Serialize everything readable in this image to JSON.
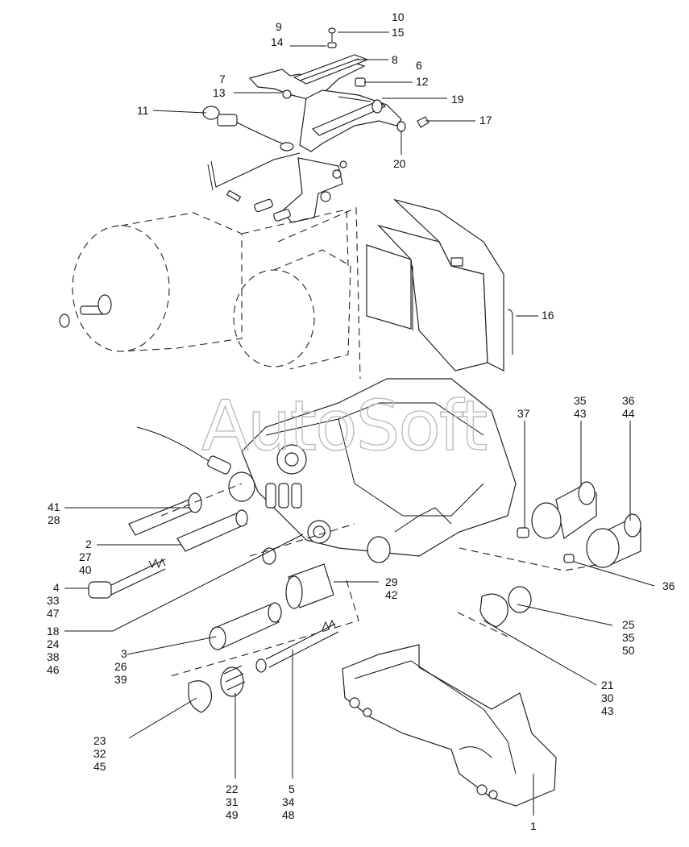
{
  "watermark": "AutoSoft",
  "callouts": [
    {
      "id": "c-10-15",
      "lines": [
        "10",
        "15"
      ]
    },
    {
      "id": "c-9-14",
      "lines": [
        "9",
        "14"
      ]
    },
    {
      "id": "c-8",
      "lines": [
        "8"
      ]
    },
    {
      "id": "c-6",
      "lines": [
        "6"
      ]
    },
    {
      "id": "c-12",
      "lines": [
        "12"
      ]
    },
    {
      "id": "c-7-13",
      "lines": [
        "7",
        "13"
      ]
    },
    {
      "id": "c-19",
      "lines": [
        "19"
      ]
    },
    {
      "id": "c-11",
      "lines": [
        "11"
      ]
    },
    {
      "id": "c-17",
      "lines": [
        "17"
      ]
    },
    {
      "id": "c-20",
      "lines": [
        "20"
      ]
    },
    {
      "id": "c-16",
      "lines": [
        "16"
      ]
    },
    {
      "id": "c-37",
      "lines": [
        "37"
      ]
    },
    {
      "id": "c-35-43",
      "lines": [
        "35",
        "43"
      ]
    },
    {
      "id": "c-36-44",
      "lines": [
        "36",
        "44"
      ]
    },
    {
      "id": "c-41-28",
      "lines": [
        "41",
        "28"
      ]
    },
    {
      "id": "c-2-27-40",
      "lines": [
        "2",
        "27",
        "40"
      ]
    },
    {
      "id": "c-4-33-47",
      "lines": [
        "4",
        "33",
        "47"
      ]
    },
    {
      "id": "c-29-42",
      "lines": [
        "29",
        "42"
      ]
    },
    {
      "id": "c-36",
      "lines": [
        "36"
      ]
    },
    {
      "id": "c-18-24-38-46",
      "lines": [
        "18",
        "24",
        "38",
        "46"
      ]
    },
    {
      "id": "c-25-35-50",
      "lines": [
        "25",
        "35",
        "50"
      ]
    },
    {
      "id": "c-3-26-39",
      "lines": [
        "3",
        "26",
        "39"
      ]
    },
    {
      "id": "c-21-30-43",
      "lines": [
        "21",
        "30",
        "43"
      ]
    },
    {
      "id": "c-23-32-45",
      "lines": [
        "23",
        "32",
        "45"
      ]
    },
    {
      "id": "c-22-31-49",
      "lines": [
        "22",
        "31",
        "49"
      ]
    },
    {
      "id": "c-5-34-48",
      "lines": [
        "5",
        "34",
        "48"
      ]
    },
    {
      "id": "c-1",
      "lines": [
        "1"
      ]
    }
  ]
}
